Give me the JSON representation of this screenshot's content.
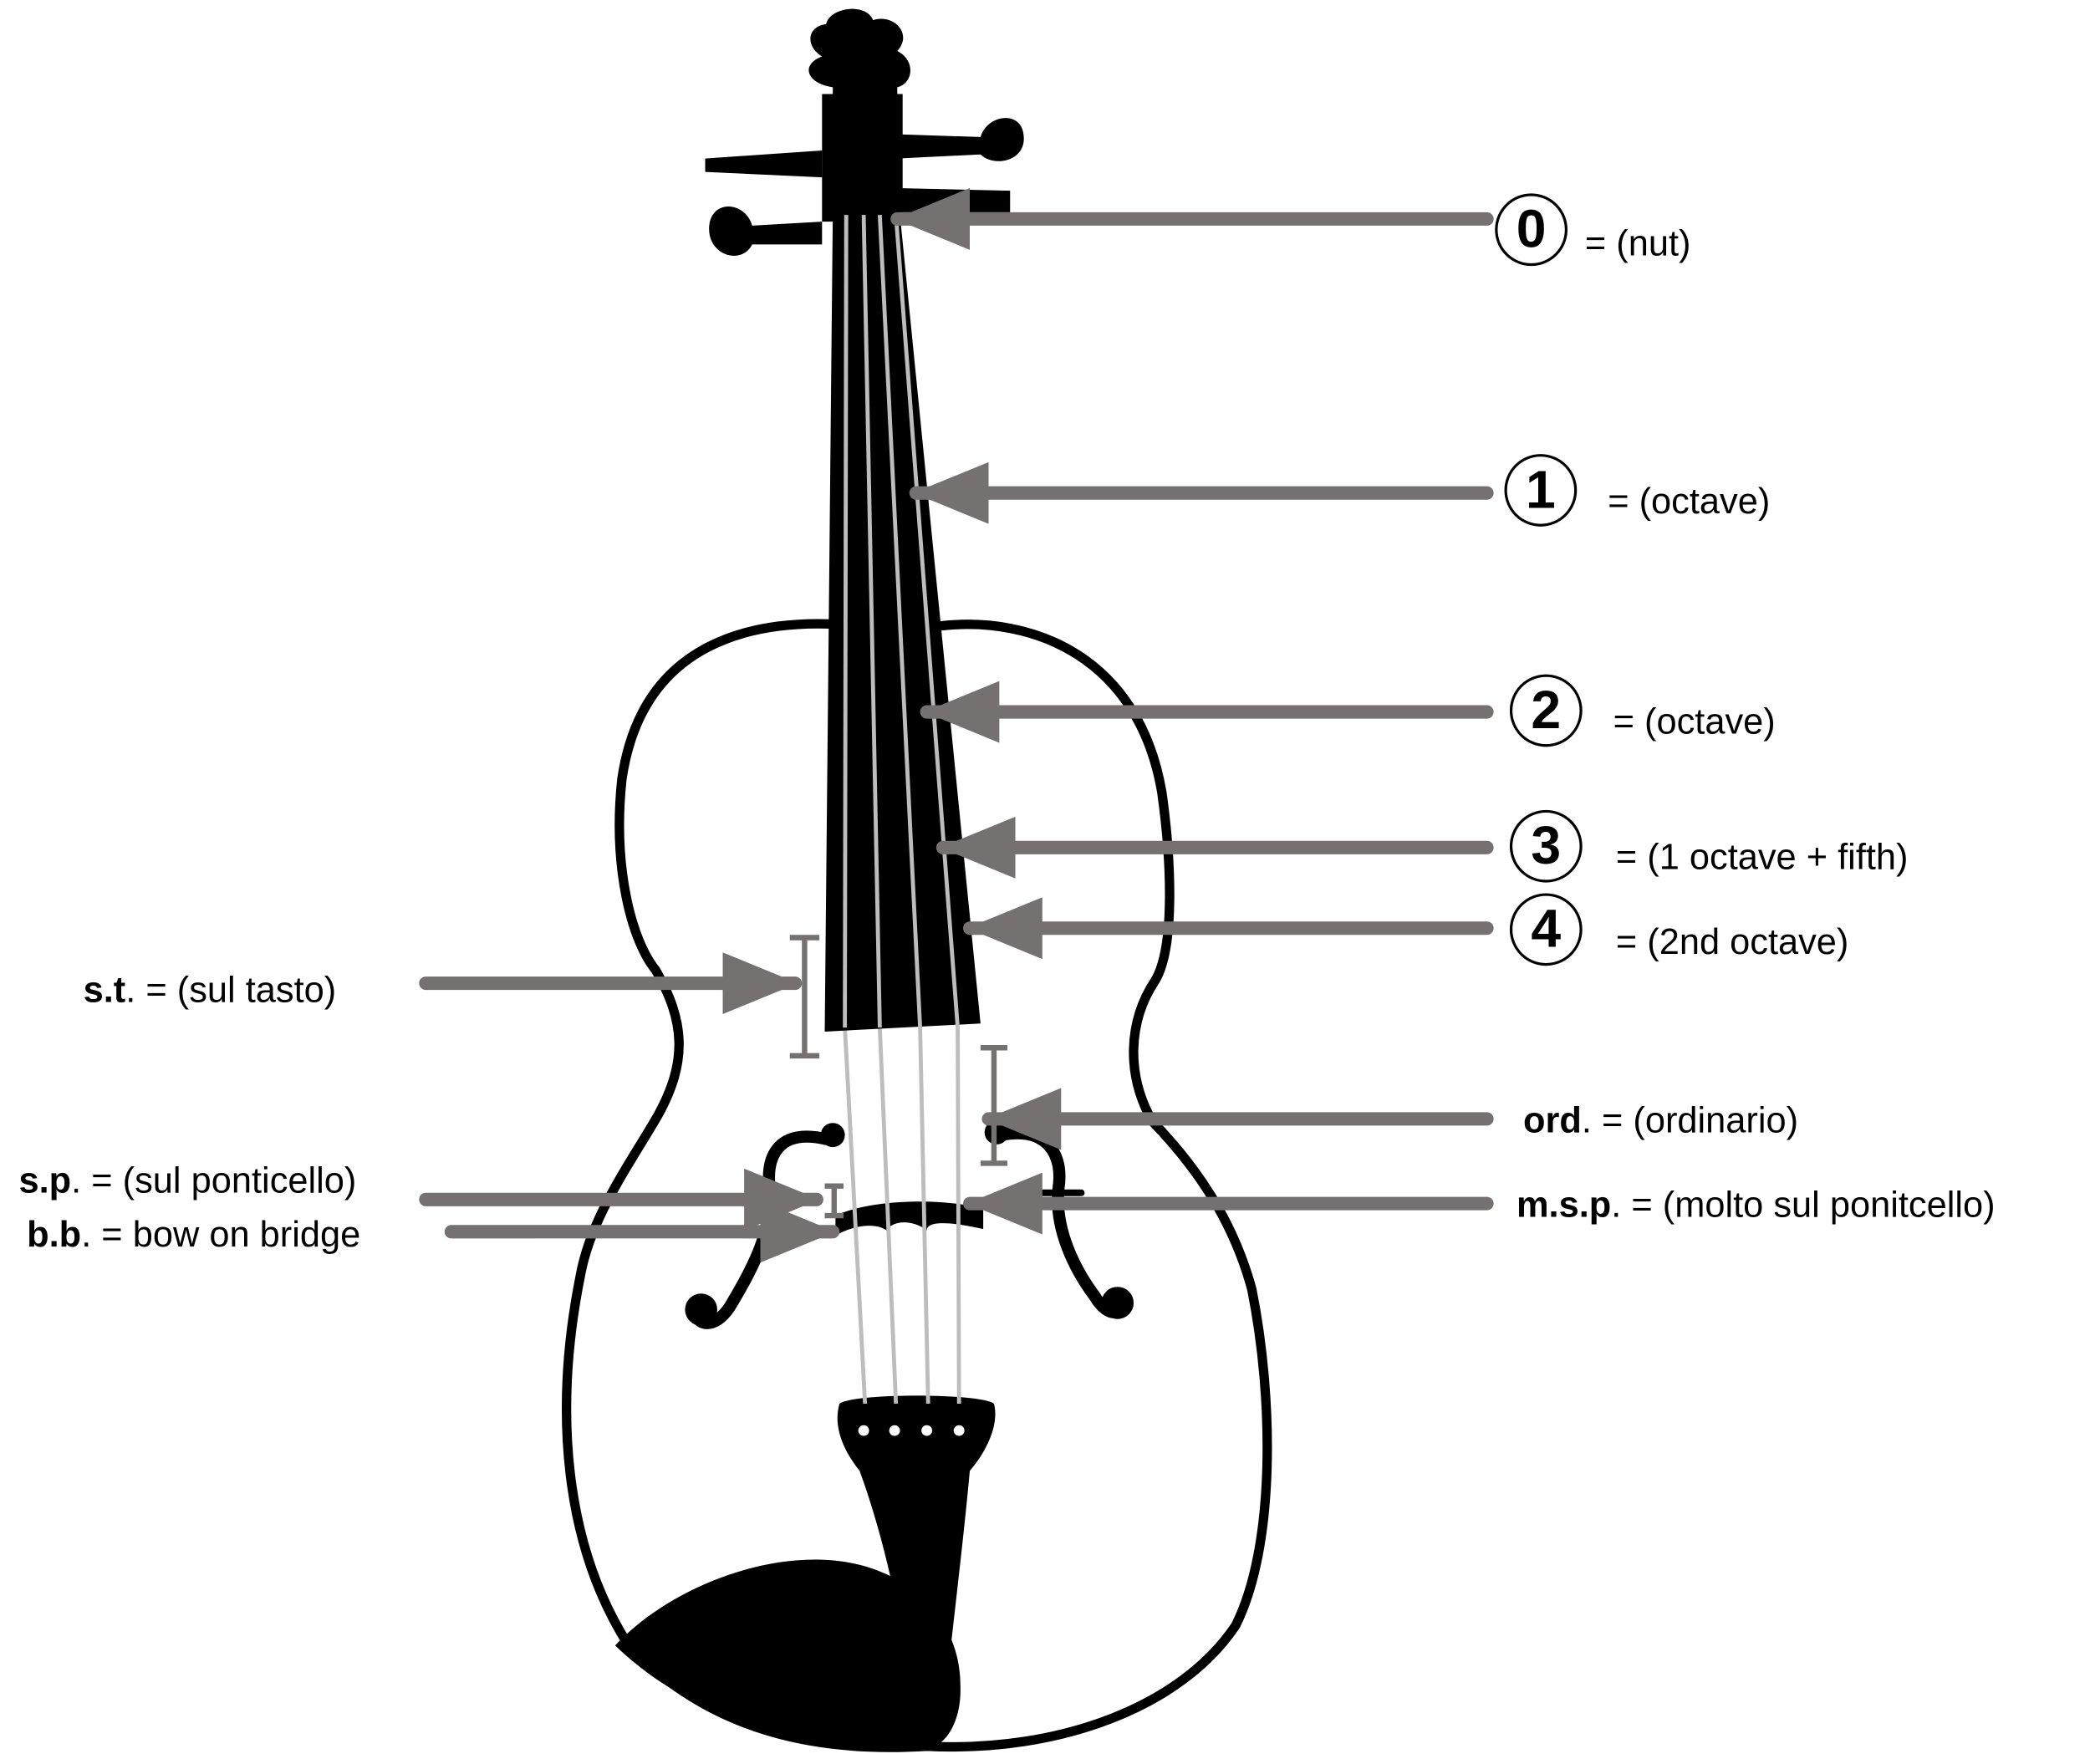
{
  "string_positions": [
    {
      "number": "0",
      "text": "=  (nut)"
    },
    {
      "number": "1",
      "text": "= (octave)"
    },
    {
      "number": "2",
      "text": "= (octave)"
    },
    {
      "number": "3",
      "text": "= (1 octave + fifth)"
    },
    {
      "number": "4",
      "text": "= (2nd octave)"
    }
  ],
  "bow_positions": {
    "st": {
      "abbr": "s.t",
      "rest": ". =  (sul tasto)"
    },
    "sp": {
      "abbr": "s.p",
      "rest": ". =  (sul ponticello)"
    },
    "bb": {
      "abbr": "b.b",
      "rest": ". =  bow on bridge"
    },
    "ord": {
      "abbr": "ord",
      "rest": ". =  (ordinario)"
    },
    "msp": {
      "abbr": "m.s.p",
      "rest": ". =  (molto sul ponitcello)"
    }
  },
  "colors": {
    "arrow": "#767171",
    "ink": "#000000",
    "string": "#bdbdbd"
  }
}
